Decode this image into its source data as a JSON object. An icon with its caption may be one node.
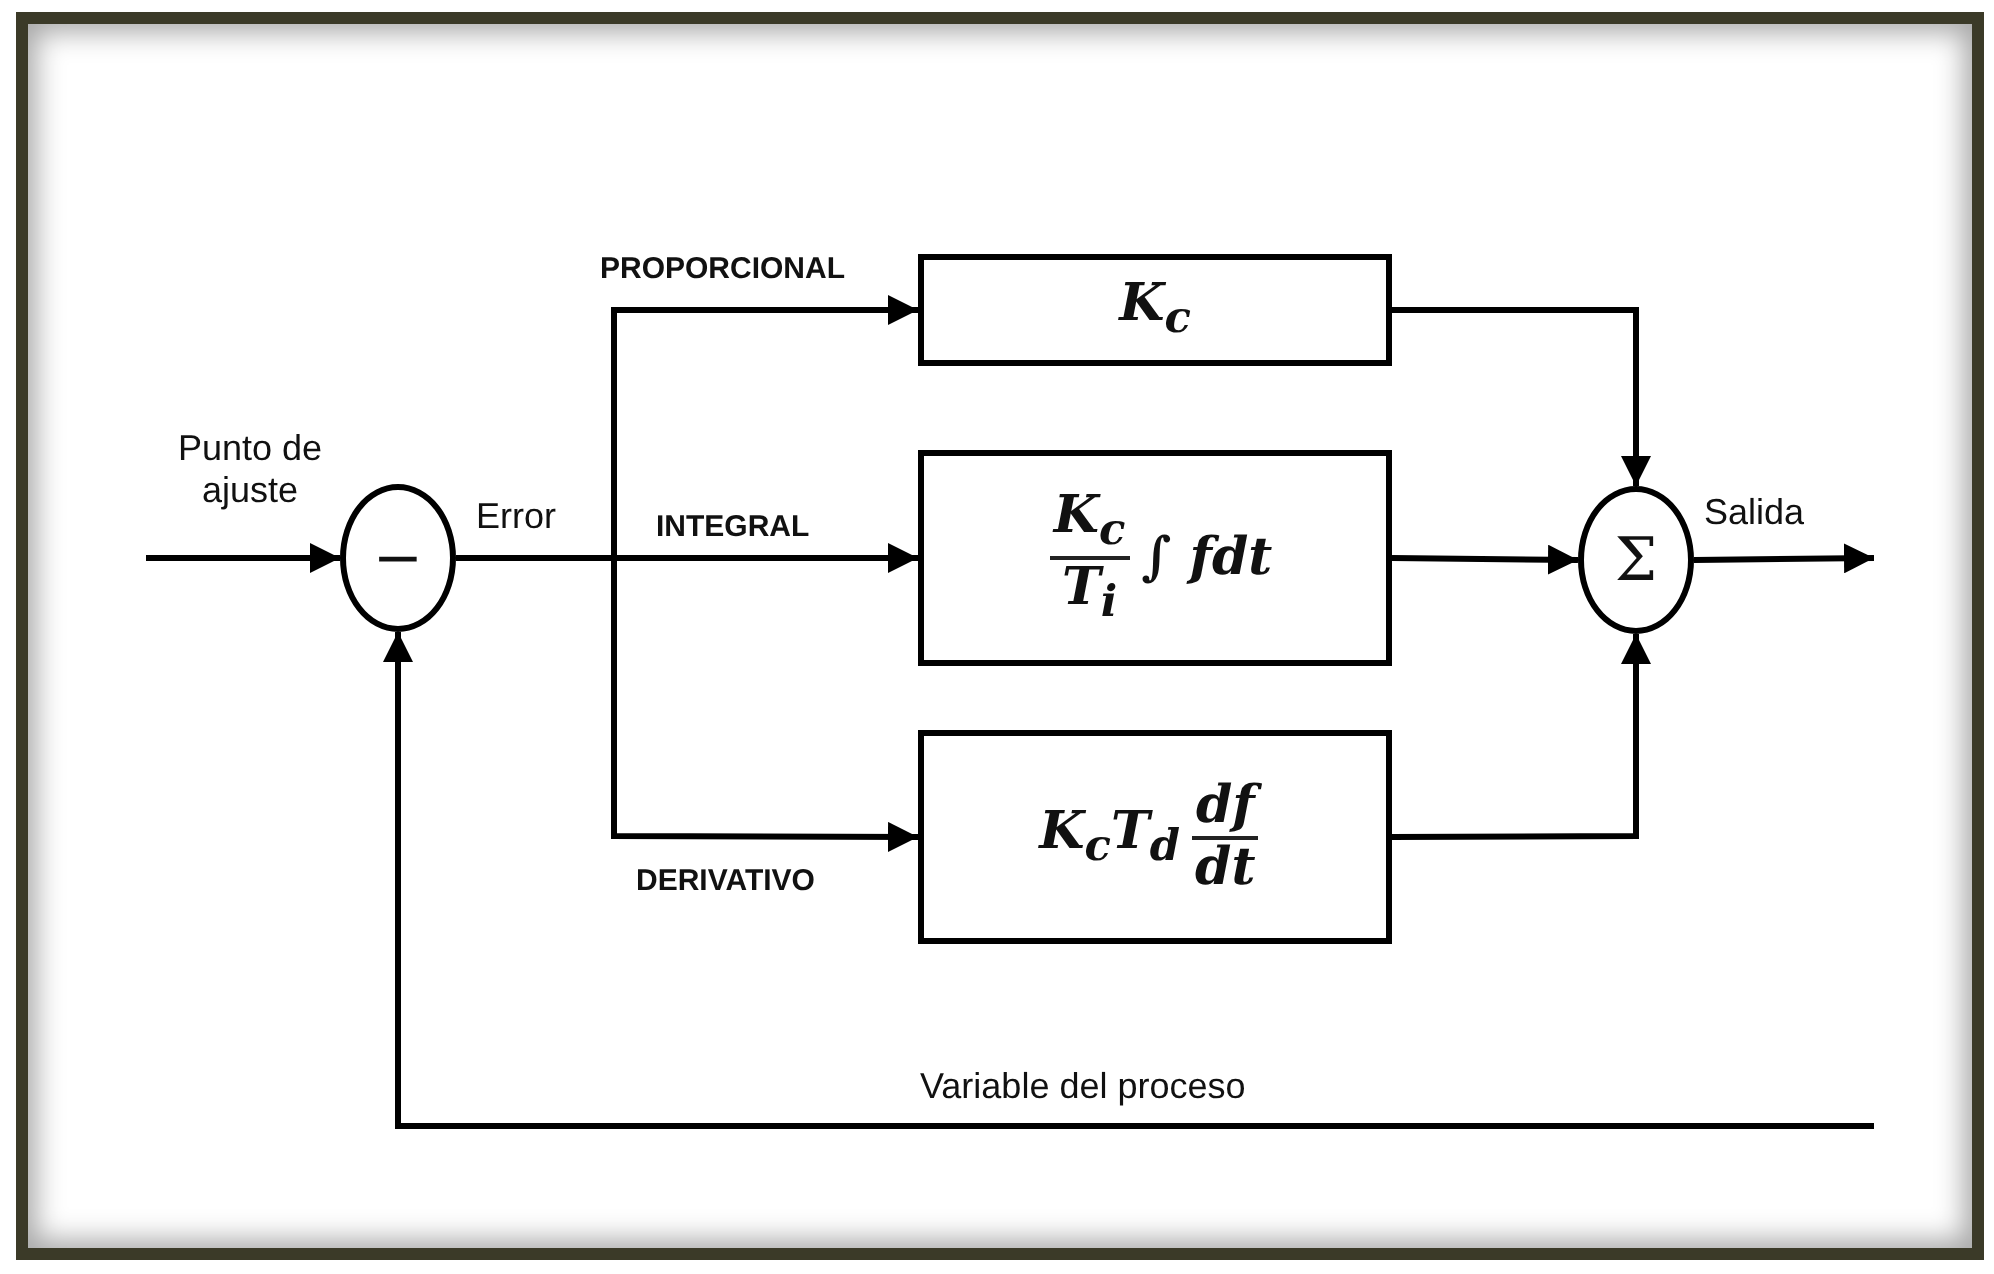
{
  "diagram": {
    "nodes": [
      {
        "text": [
          "−"
        ]
      },
      {
        "text": [
          "K$_{c}$"
        ]
      },
      {
        "text": [
          "K$_{c}$",
          "T$_{i}$",
          "∫ fdt"
        ]
      },
      {
        "text": [
          "K$_{c}$T$_{d}$",
          "df",
          "dt"
        ]
      },
      {
        "text": [
          "Σ"
        ]
      }
    ],
    "edges": [
      {
        "from": null,
        "to": 0,
        "arrow": "to",
        "label": "Punto de ajuste"
      },
      {
        "from": 0,
        "to": 1,
        "arrow": "to",
        "label": "PROPORCIONAL"
      },
      {
        "from": 0,
        "to": 2,
        "arrow": "to",
        "label": "INTEGRAL"
      },
      {
        "from": 0,
        "to": 3,
        "arrow": "to",
        "label": "DERIVATIVO"
      },
      {
        "from": 1,
        "to": 4,
        "arrow": "to"
      },
      {
        "from": 2,
        "to": 4,
        "arrow": "to"
      },
      {
        "from": 3,
        "to": 4,
        "arrow": "to"
      },
      {
        "from": 4,
        "to": null,
        "arrow": "to",
        "label": "Salida"
      },
      {
        "from": null,
        "to": 0,
        "arrow": "to",
        "label": "Variable del proceso"
      }
    ],
    "labels": [
      "Error"
    ]
  }
}
